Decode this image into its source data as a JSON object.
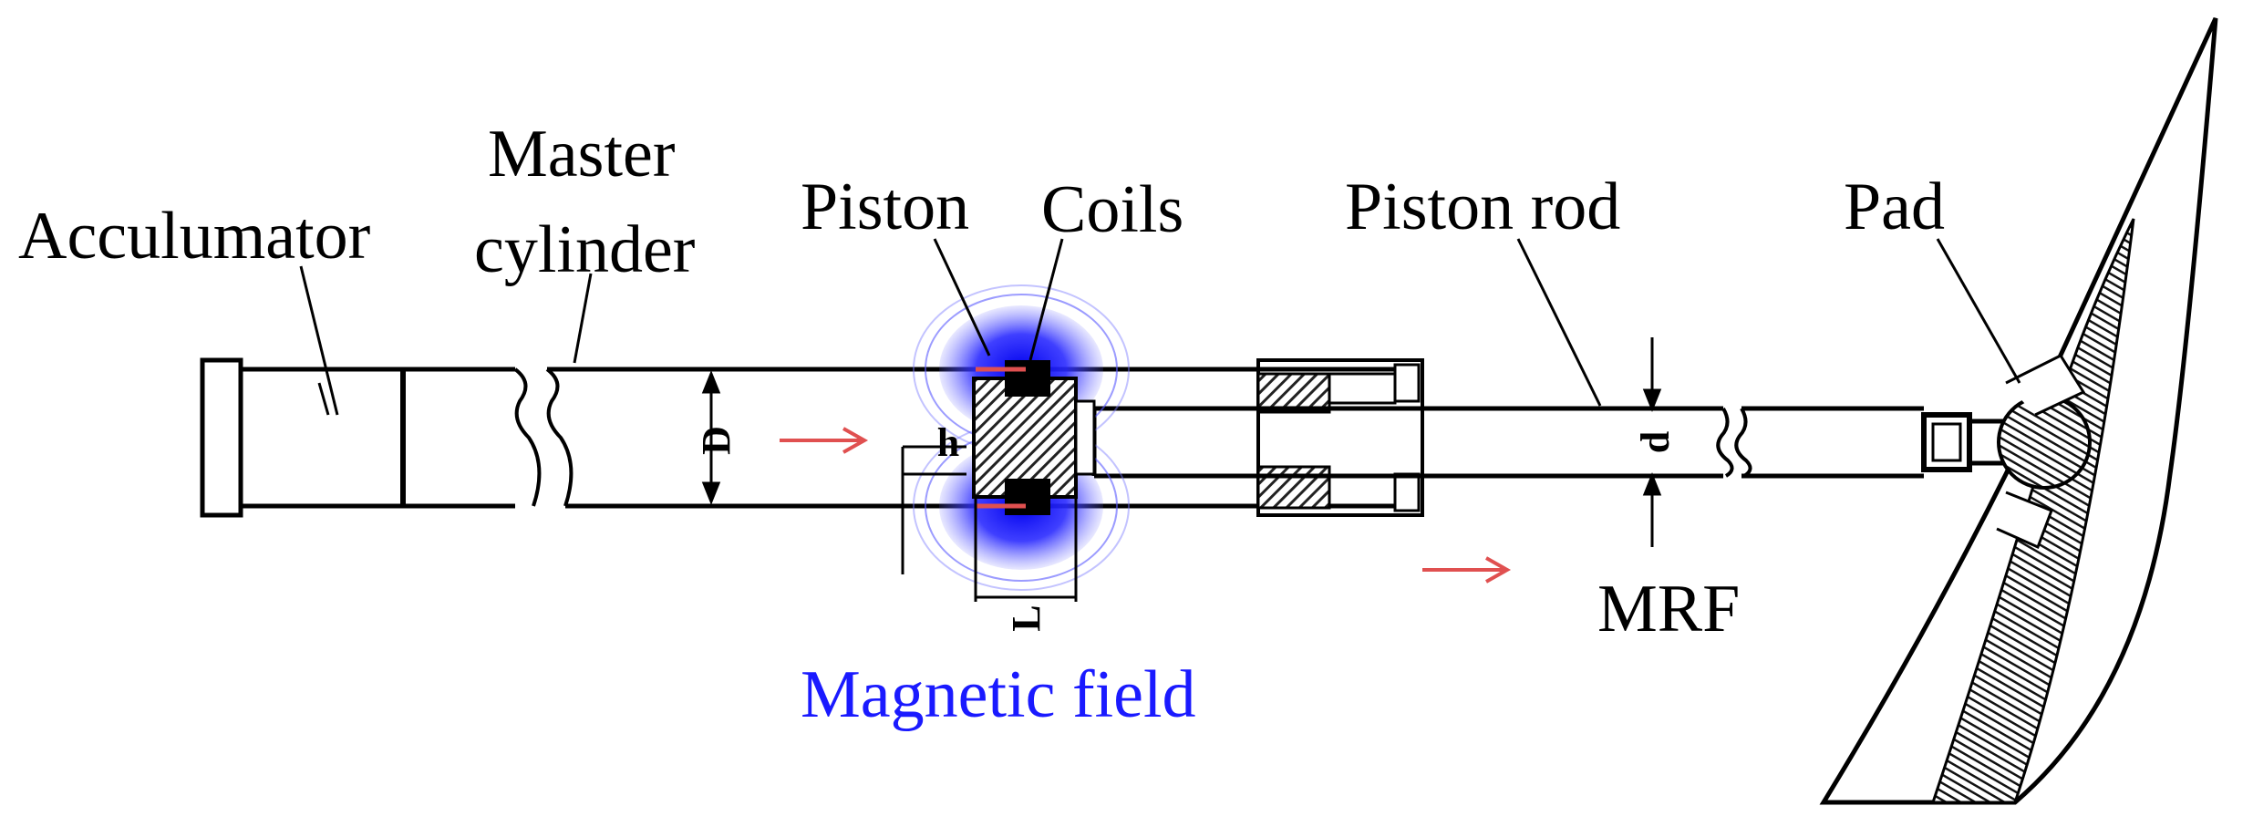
{
  "labels": {
    "accumulator": "Acculumator",
    "master_line1": "Master",
    "master_line2": "cylinder",
    "piston": "Piston",
    "coils": "Coils",
    "piston_rod": "Piston rod",
    "pad": "Pad",
    "mrf": "MRF",
    "magnetic_field": "Magnetic field"
  },
  "dimensions": {
    "D": "D",
    "h": "h",
    "L": "L",
    "d": "d"
  },
  "colors": {
    "line": "#000000",
    "flow_arrow": "#e05050",
    "magnetic_field": "#1a1aff",
    "hatch": "#333333"
  }
}
